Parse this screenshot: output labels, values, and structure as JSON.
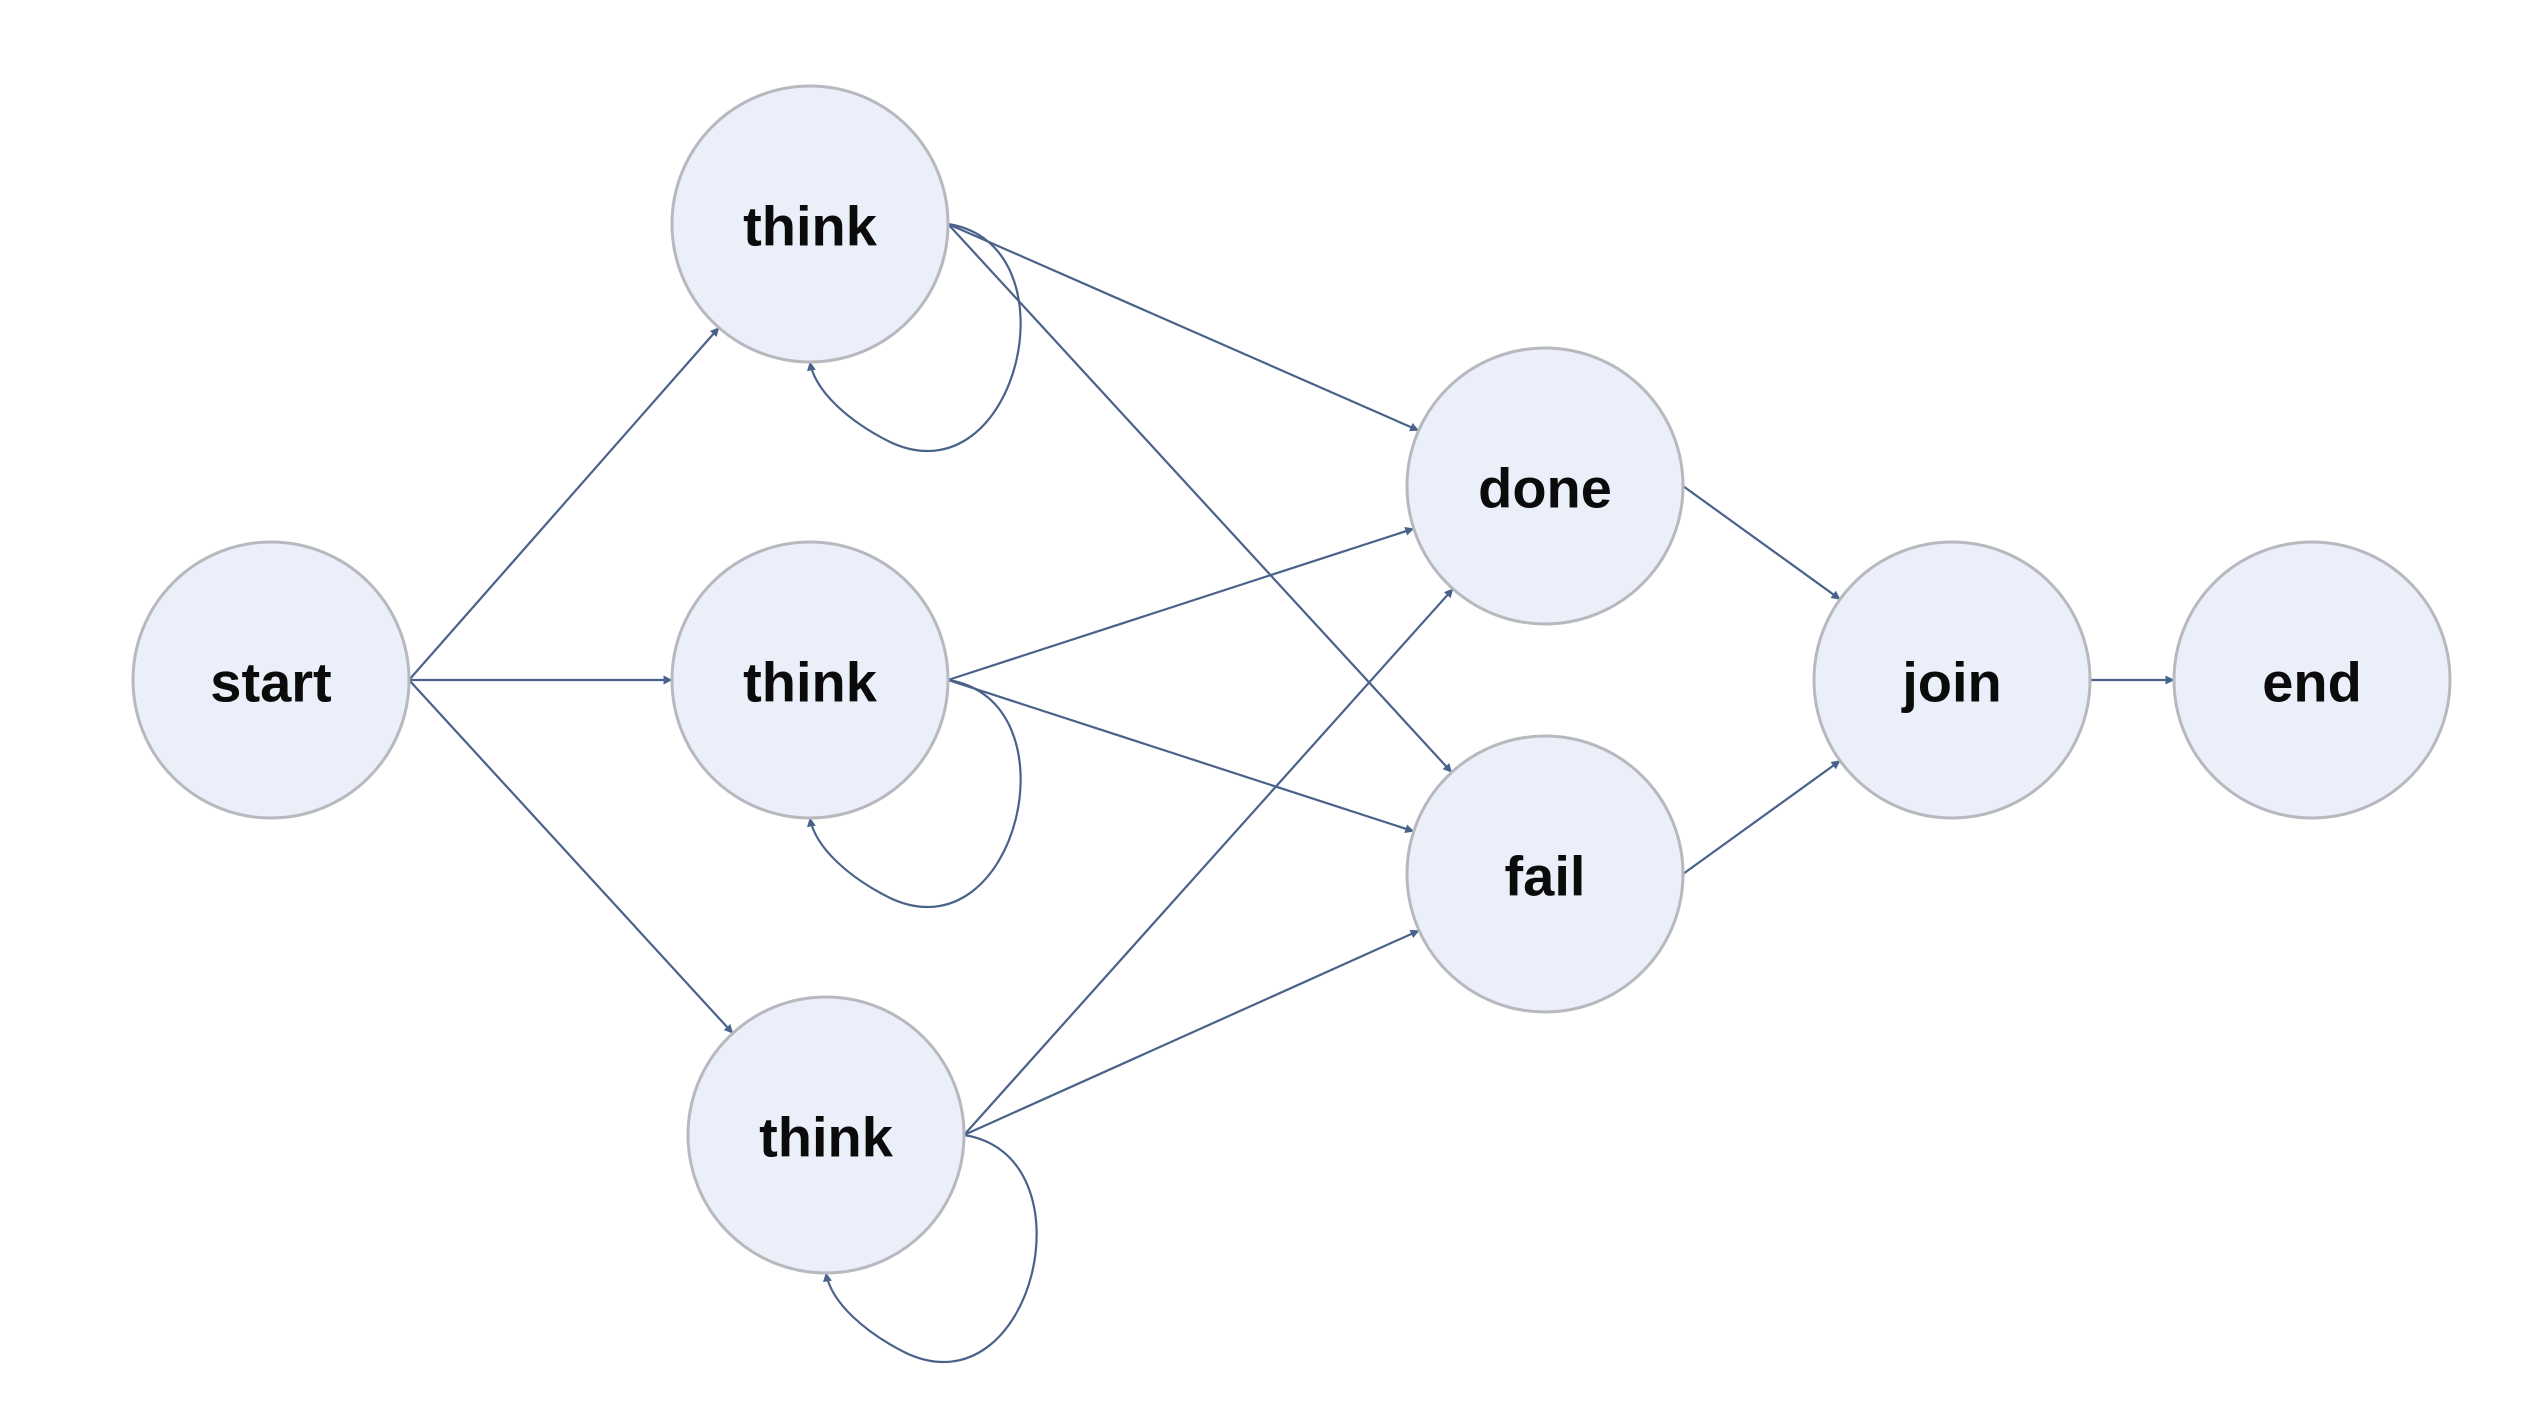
{
  "diagram": {
    "colors": {
      "node_fill": "#ebeffa",
      "node_stroke": "#b8b9bf",
      "edge": "#4a6189",
      "label": "#0b0b0b",
      "background": "#ffffff"
    },
    "nodes": [
      {
        "id": "start",
        "label": "start"
      },
      {
        "id": "think1",
        "label": "think"
      },
      {
        "id": "think2",
        "label": "think"
      },
      {
        "id": "think3",
        "label": "think"
      },
      {
        "id": "done",
        "label": "done"
      },
      {
        "id": "fail",
        "label": "fail"
      },
      {
        "id": "join",
        "label": "join"
      },
      {
        "id": "end",
        "label": "end"
      }
    ],
    "edges": [
      {
        "from": "start",
        "to": "think1"
      },
      {
        "from": "start",
        "to": "think2"
      },
      {
        "from": "start",
        "to": "think3"
      },
      {
        "from": "think1",
        "to": "think1"
      },
      {
        "from": "think1",
        "to": "done"
      },
      {
        "from": "think1",
        "to": "fail"
      },
      {
        "from": "think2",
        "to": "think2"
      },
      {
        "from": "think2",
        "to": "done"
      },
      {
        "from": "think2",
        "to": "fail"
      },
      {
        "from": "think3",
        "to": "think3"
      },
      {
        "from": "think3",
        "to": "done"
      },
      {
        "from": "think3",
        "to": "fail"
      },
      {
        "from": "done",
        "to": "join"
      },
      {
        "from": "fail",
        "to": "join"
      },
      {
        "from": "join",
        "to": "end"
      }
    ]
  }
}
